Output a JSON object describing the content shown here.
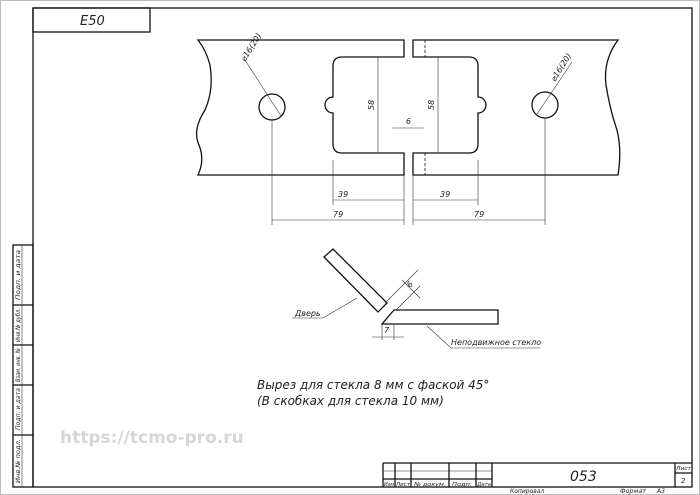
{
  "watermark": "https://tcmo-pro.ru",
  "corner_code": "E50",
  "dimensions": {
    "hole_diameter": "⌀16(20)",
    "cutout_height": "58",
    "gap": "6",
    "cutout_width": "39",
    "hole_offset": "79",
    "glass_gap": "6",
    "chamfer_offset": "7"
  },
  "labels": {
    "door": "Дверь",
    "fixed_glass": "Неподвижное стекло",
    "note_line1": "Вырез для стекла 8 мм с фаской 45°",
    "note_line2": "(В скобках для стекла 10 мм)"
  },
  "side_strip": [
    "Подп. и дата",
    "Инв.№ дубл.",
    "Взам. инв. №",
    "Подп. и дата",
    "Инв.№ подл."
  ],
  "title_block": {
    "designation": "053",
    "columns": [
      "Изм",
      "Лист",
      "№ докум.",
      "Подп.",
      "Дата"
    ],
    "sheet_label": "Лист",
    "sheet_number": "2",
    "copied": "Копировал",
    "format_label": "Формат",
    "format_value": "A3"
  }
}
